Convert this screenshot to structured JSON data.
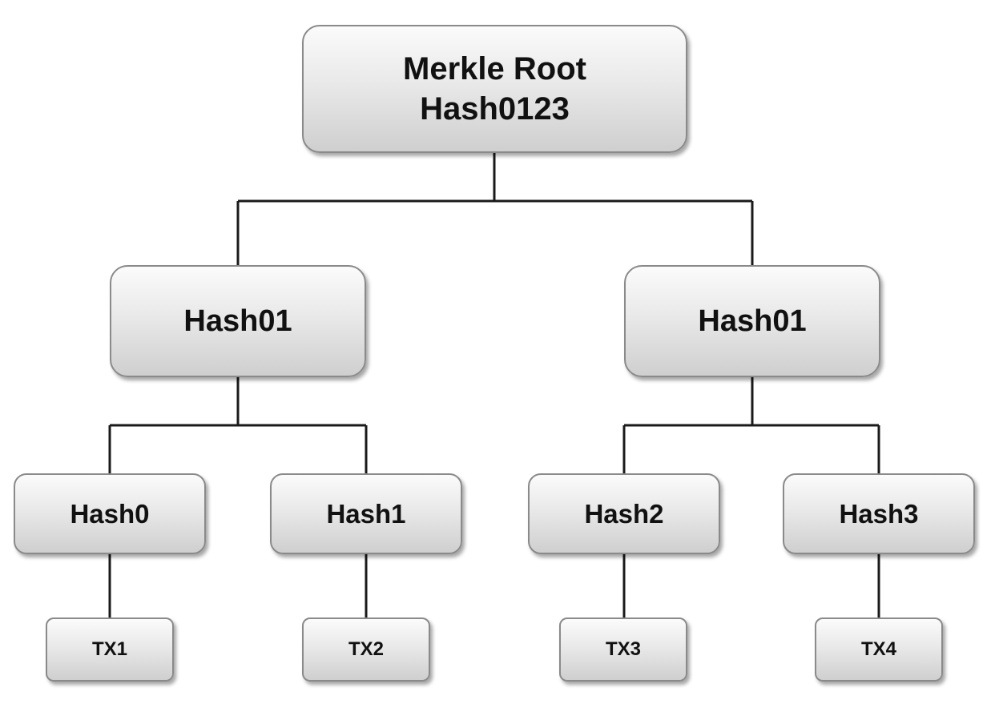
{
  "root": {
    "line1": "Merkle Root",
    "line2": "Hash0123"
  },
  "level1": [
    {
      "label": "Hash01"
    },
    {
      "label": "Hash01"
    }
  ],
  "level2": [
    {
      "label": "Hash0"
    },
    {
      "label": "Hash1"
    },
    {
      "label": "Hash2"
    },
    {
      "label": "Hash3"
    }
  ],
  "transactions": [
    {
      "label": "TX1"
    },
    {
      "label": "TX2"
    },
    {
      "label": "TX3"
    },
    {
      "label": "TX4"
    }
  ]
}
